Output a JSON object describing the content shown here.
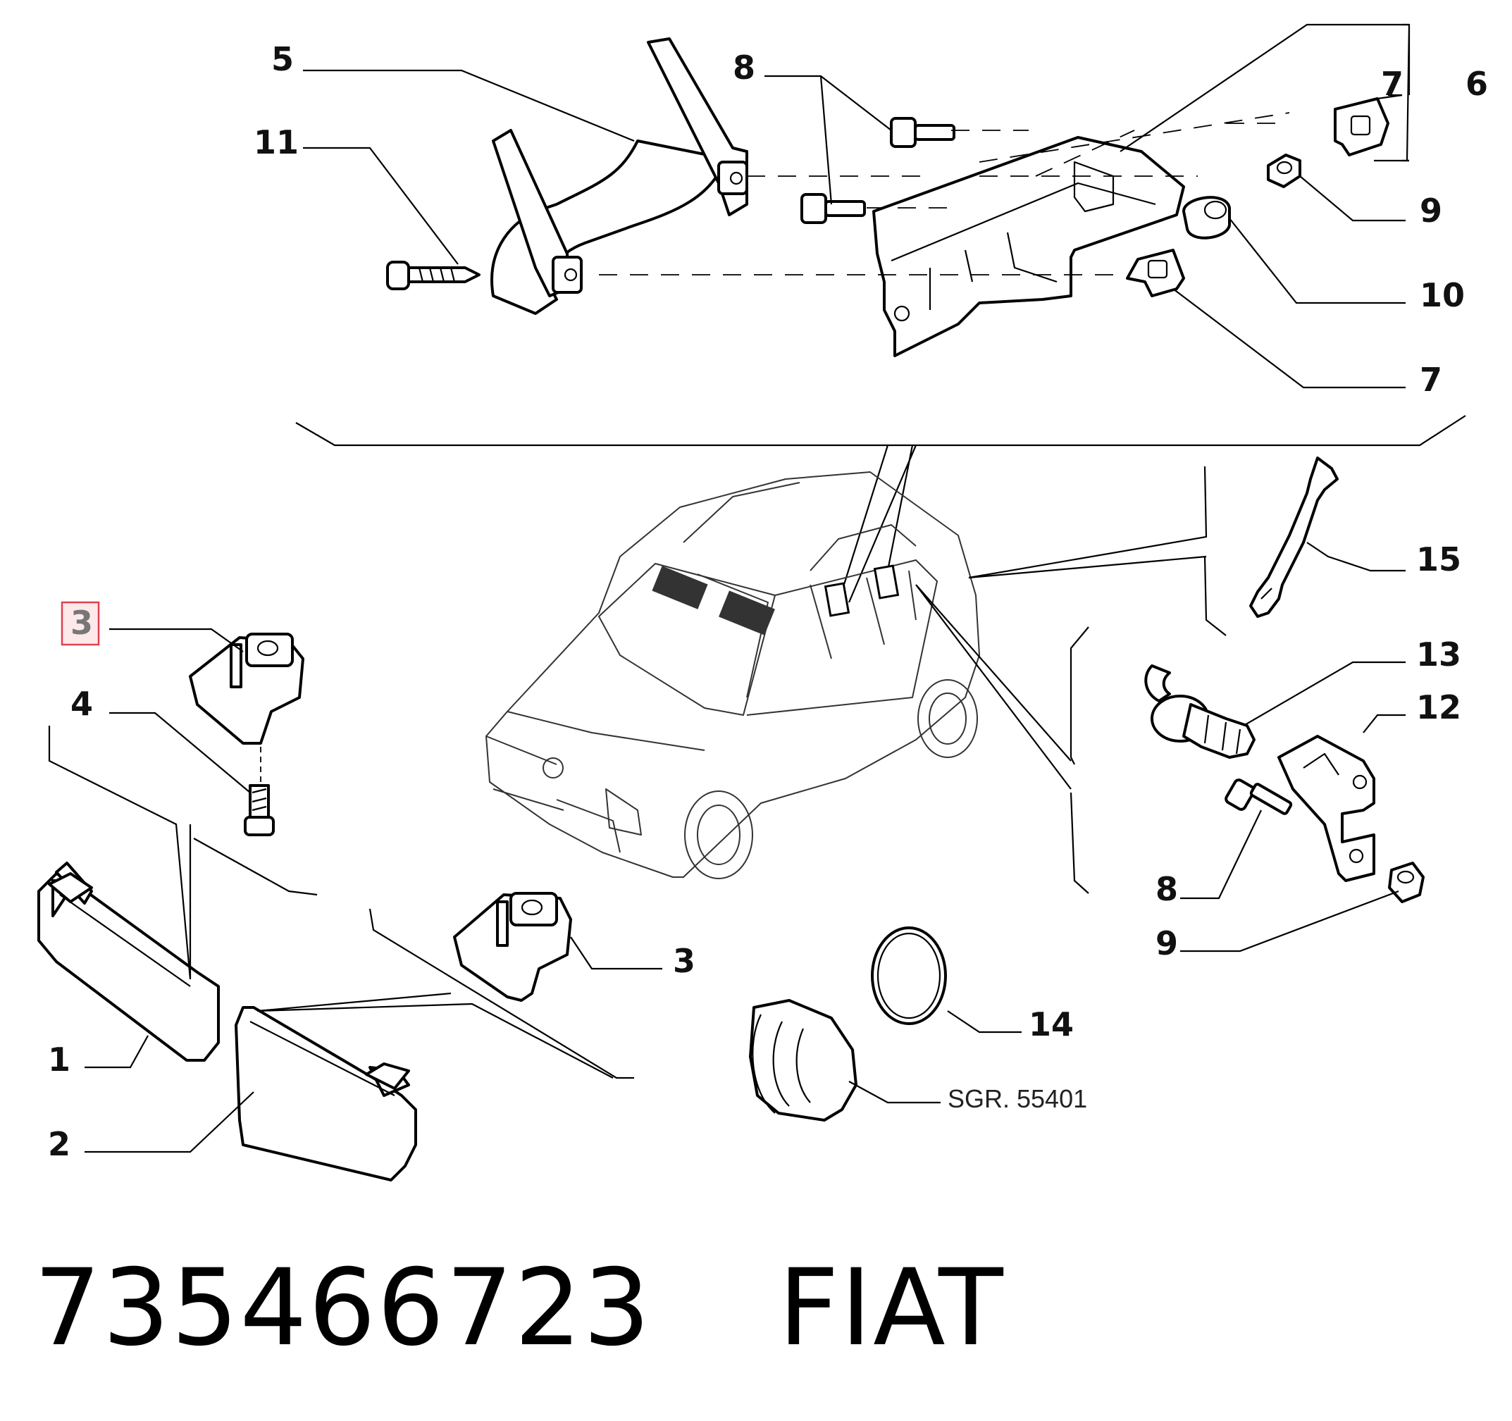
{
  "diagram": {
    "callouts": {
      "c1": "1",
      "c2": "2",
      "c3_highlight": "3",
      "c3": "3",
      "c4": "4",
      "c5": "5",
      "c6": "6",
      "c7_top": "7",
      "c7_bottom": "7",
      "c8_top": "8",
      "c8_right": "8",
      "c9_top": "9",
      "c9_right": "9",
      "c10": "10",
      "c11": "11",
      "c12": "12",
      "c13": "13",
      "c14": "14",
      "c15": "15"
    },
    "reference": "SGR. 55401",
    "highlight_color": "#e04050"
  },
  "footer": {
    "part_number": "735466723",
    "brand": "FIAT"
  }
}
